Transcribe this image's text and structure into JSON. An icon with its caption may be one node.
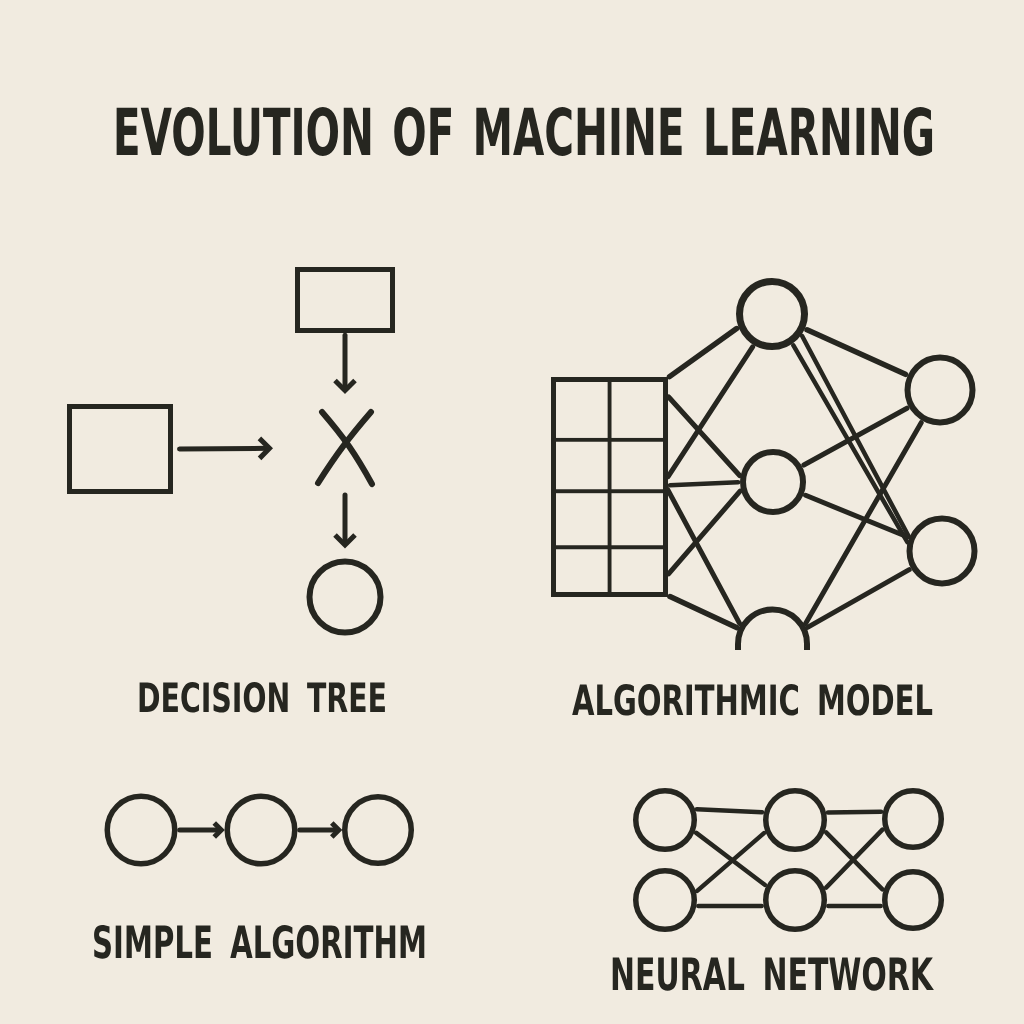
{
  "diagram": {
    "title": "EVOLUTION OF MACHINE LEARNING",
    "nodes": [
      {
        "text": [],
        "shape": "box"
      },
      {
        "text": [],
        "shape": "box"
      },
      {
        "text": [],
        "shape": "cross"
      },
      {
        "text": [],
        "shape": "circle"
      },
      {
        "text": [],
        "shape": "grid"
      },
      {
        "text": [],
        "shape": "circle"
      },
      {
        "text": [],
        "shape": "circle"
      },
      {
        "text": [],
        "shape": "arc"
      },
      {
        "text": [],
        "shape": "circle"
      },
      {
        "text": [],
        "shape": "circle"
      },
      {
        "text": [],
        "shape": "circle"
      },
      {
        "text": [],
        "shape": "circle"
      },
      {
        "text": [],
        "shape": "circle"
      },
      {
        "text": [],
        "shape": "circle"
      },
      {
        "text": [],
        "shape": "circle"
      },
      {
        "text": [],
        "shape": "circle"
      },
      {
        "text": [],
        "shape": "circle"
      },
      {
        "text": [],
        "shape": "circle"
      },
      {
        "text": [],
        "shape": "circle"
      }
    ],
    "edges": [
      {
        "from": 0,
        "to": 2,
        "arrow": "to"
      },
      {
        "from": 1,
        "to": 2,
        "arrow": "to"
      },
      {
        "from": 2,
        "to": 3,
        "arrow": "to"
      },
      {
        "from": 4,
        "to": 5,
        "arrow": "none"
      },
      {
        "from": 4,
        "to": 6,
        "arrow": "none"
      },
      {
        "from": 4,
        "to": 5,
        "arrow": "none"
      },
      {
        "from": 4,
        "to": 6,
        "arrow": "none"
      },
      {
        "from": 4,
        "to": 7,
        "arrow": "none"
      },
      {
        "from": 4,
        "to": 6,
        "arrow": "none"
      },
      {
        "from": 4,
        "to": 7,
        "arrow": "none"
      },
      {
        "from": 5,
        "to": 8,
        "arrow": "none"
      },
      {
        "from": 5,
        "to": 9,
        "arrow": "none"
      },
      {
        "from": 5,
        "to": 9,
        "arrow": "none"
      },
      {
        "from": 6,
        "to": 8,
        "arrow": "none"
      },
      {
        "from": 6,
        "to": 9,
        "arrow": "none"
      },
      {
        "from": 7,
        "to": 8,
        "arrow": "none"
      },
      {
        "from": 7,
        "to": 9,
        "arrow": "none"
      },
      {
        "from": 10,
        "to": 11,
        "arrow": "to"
      },
      {
        "from": 11,
        "to": 12,
        "arrow": "to"
      },
      {
        "from": 13,
        "to": 14,
        "arrow": "none"
      },
      {
        "from": 14,
        "to": 15,
        "arrow": "none"
      },
      {
        "from": 13,
        "to": 17,
        "arrow": "none"
      },
      {
        "from": 16,
        "to": 14,
        "arrow": "none"
      },
      {
        "from": 14,
        "to": 18,
        "arrow": "none"
      },
      {
        "from": 17,
        "to": 15,
        "arrow": "none"
      },
      {
        "from": 16,
        "to": 17,
        "arrow": "none"
      },
      {
        "from": 17,
        "to": 18,
        "arrow": "none"
      }
    ],
    "labels": [
      "DECISION TREE",
      "ALGORITHMIC MODEL",
      "SIMPLE ALGORITHM",
      "NEURAL NETWORK"
    ]
  }
}
